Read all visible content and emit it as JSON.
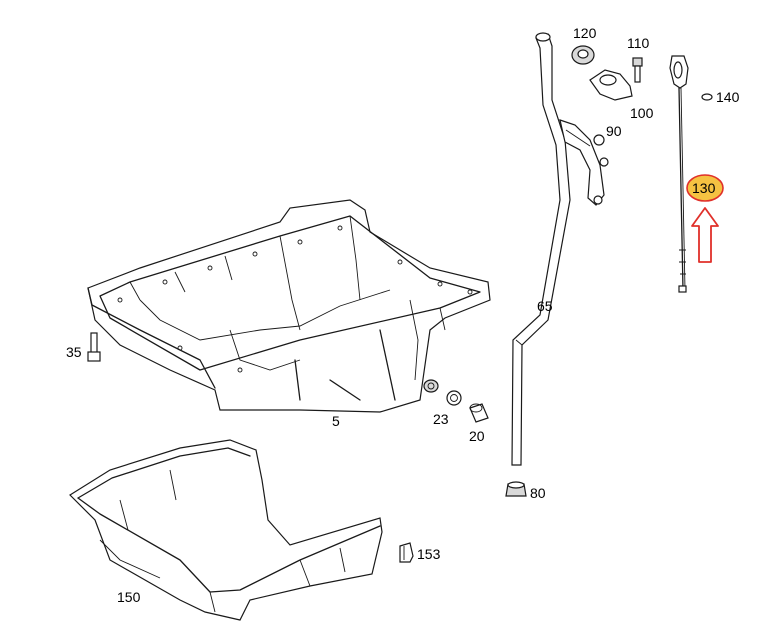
{
  "parts": [
    {
      "id": "5",
      "label": "5"
    },
    {
      "id": "20",
      "label": "20"
    },
    {
      "id": "23",
      "label": "23"
    },
    {
      "id": "35",
      "label": "35"
    },
    {
      "id": "65",
      "label": "65"
    },
    {
      "id": "80",
      "label": "80"
    },
    {
      "id": "90",
      "label": "90"
    },
    {
      "id": "100",
      "label": "100"
    },
    {
      "id": "110",
      "label": "110"
    },
    {
      "id": "120",
      "label": "120"
    },
    {
      "id": "130",
      "label": "130",
      "highlighted": true
    },
    {
      "id": "140",
      "label": "140"
    },
    {
      "id": "150",
      "label": "150"
    },
    {
      "id": "153",
      "label": "153"
    }
  ],
  "highlight": {
    "part": "130",
    "fill_color": "#f5c242",
    "outline_color": "#e0302a",
    "arrow_color": "#e0302a"
  }
}
